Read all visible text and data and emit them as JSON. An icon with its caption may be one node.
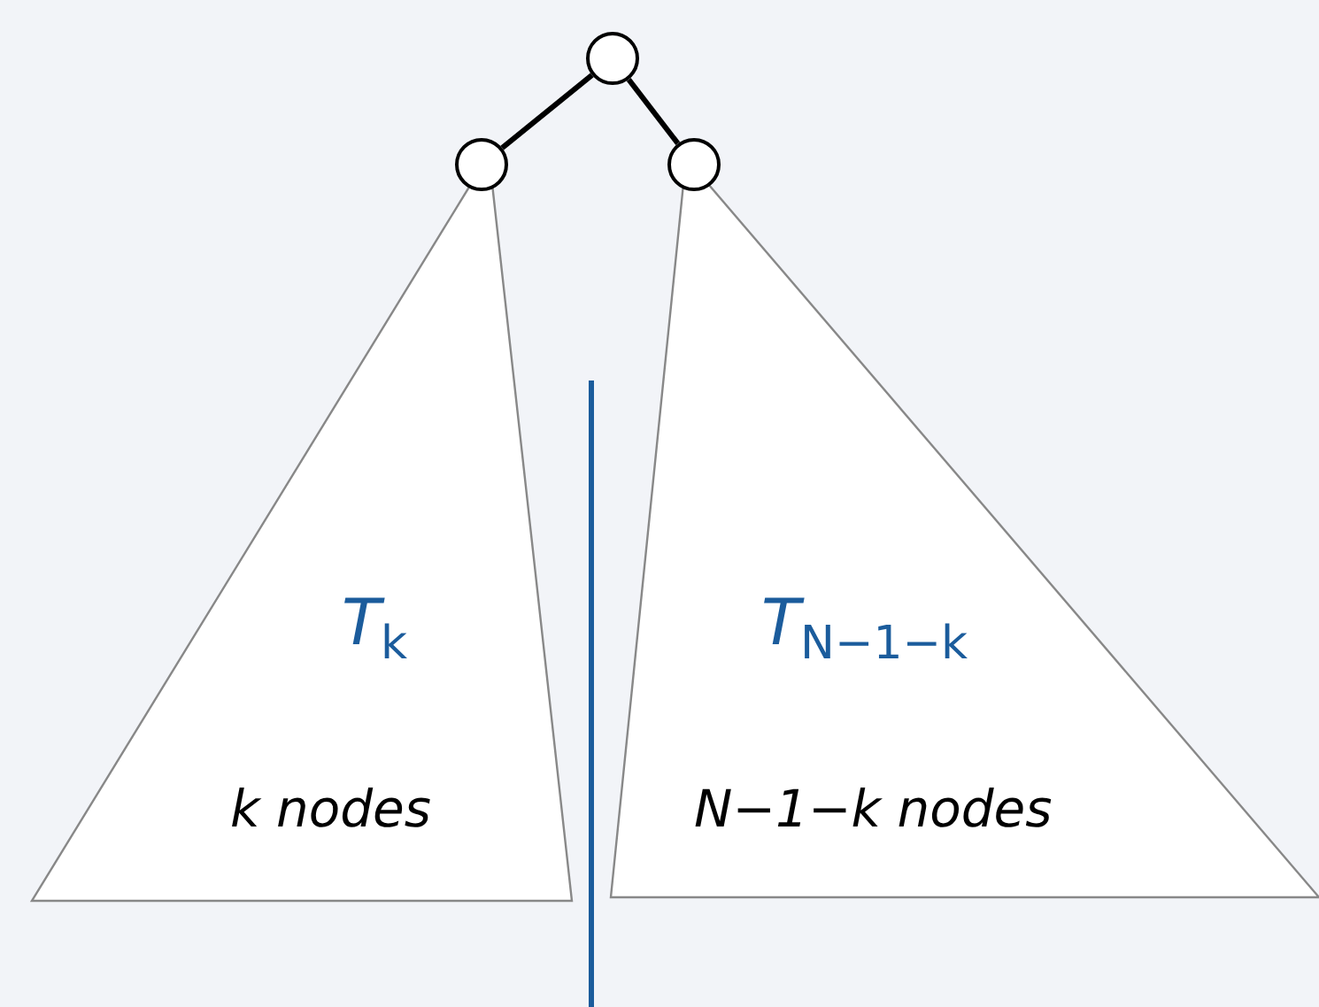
{
  "diagram": {
    "nodes": [
      {
        "text": [],
        "shape": "circle"
      },
      {
        "text": [],
        "shape": "circle"
      },
      {
        "text": [],
        "shape": "circle"
      },
      {
        "text": [
          "*T*$_{k}$",
          "k nodes"
        ]
      },
      {
        "text": [
          "*T*$_{N−1−k}$",
          "N−1−k nodes"
        ]
      }
    ],
    "edges": [
      {
        "from": 0,
        "to": 1,
        "arrow": "none"
      },
      {
        "from": 0,
        "to": 2,
        "arrow": "none"
      }
    ]
  }
}
